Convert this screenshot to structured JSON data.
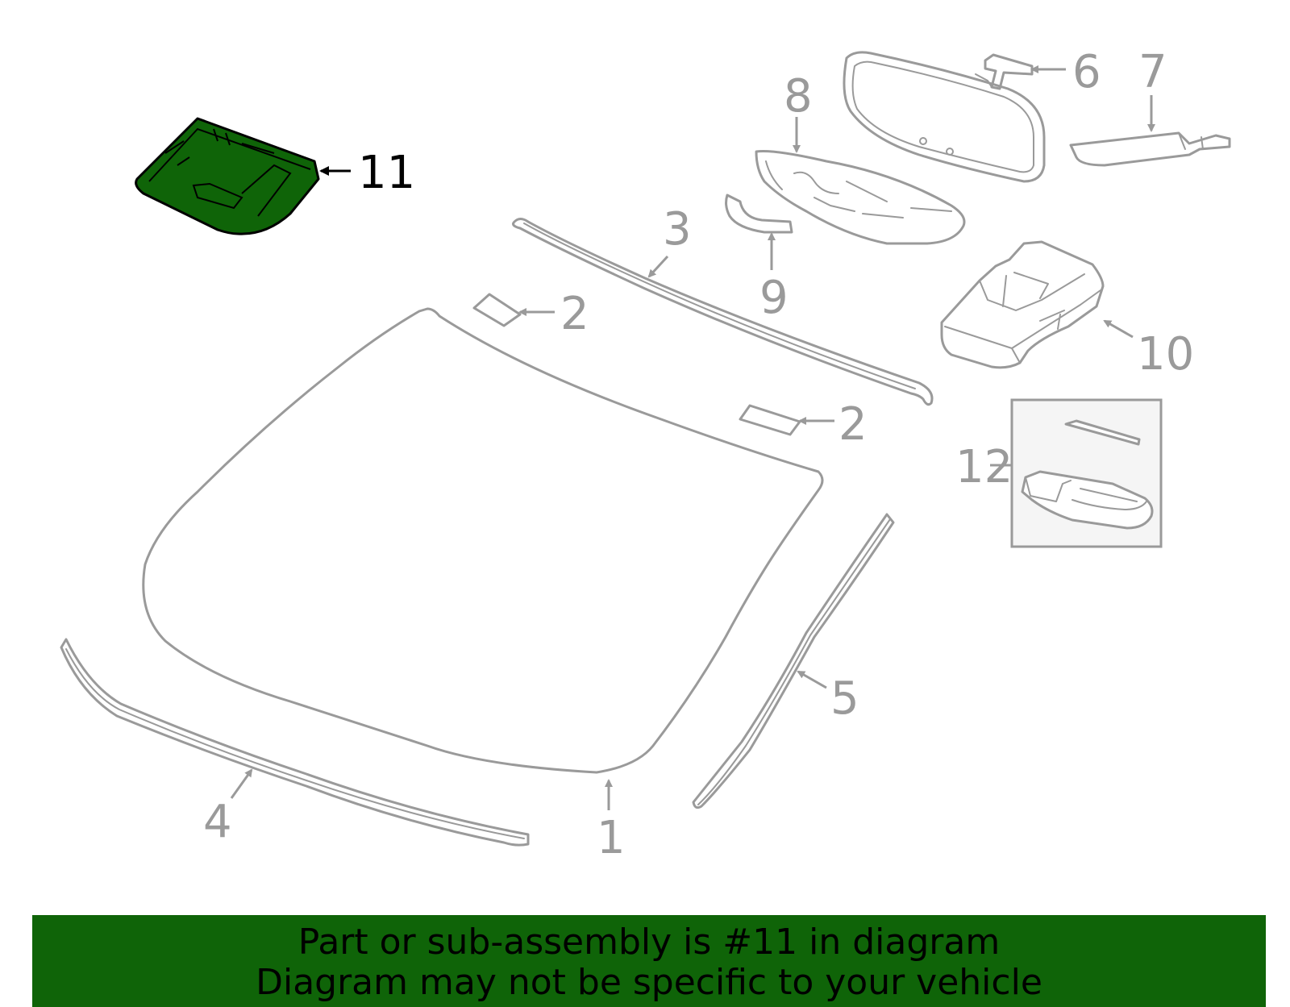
{
  "highlight_color": "#0f6408",
  "callouts": {
    "c1": "1",
    "c2a": "2",
    "c2b": "2",
    "c3": "3",
    "c4": "4",
    "c5": "5",
    "c6": "6",
    "c7": "7",
    "c8": "8",
    "c9": "9",
    "c10": "10",
    "c11": "11",
    "c12": "12"
  },
  "banner": {
    "line1": "Part or sub-assembly is #11 in diagram",
    "line2": "Diagram may not be specific to your vehicle"
  }
}
